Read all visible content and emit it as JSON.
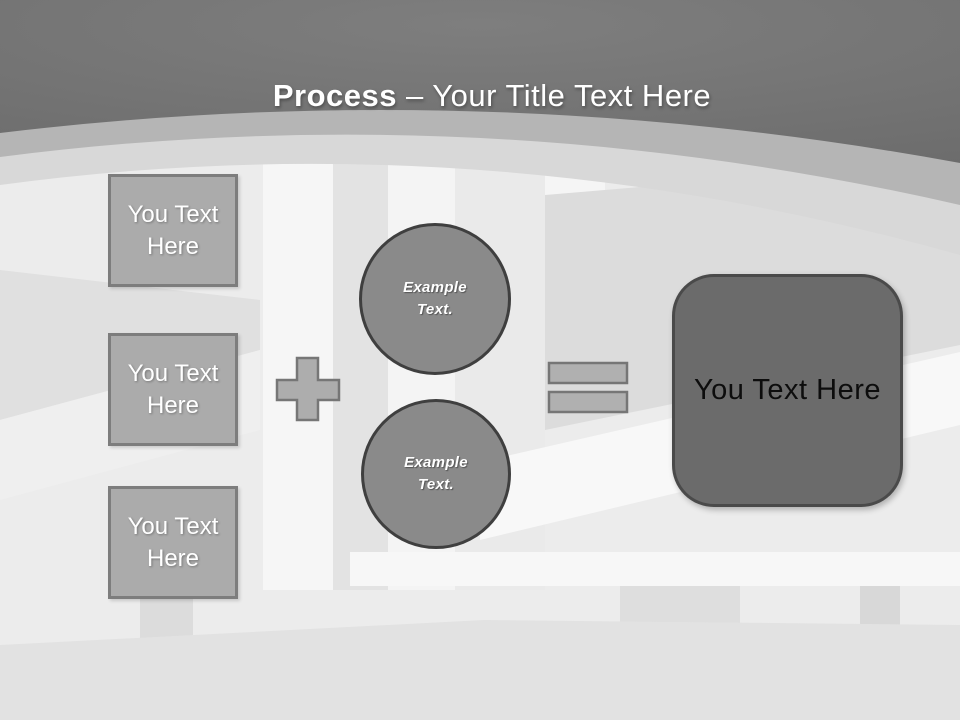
{
  "slide": {
    "title": {
      "bold": "Process",
      "rest": "– Your Title Text Here"
    }
  },
  "input_boxes": [
    {
      "label": "You Text Here"
    },
    {
      "label": "You Text Here"
    },
    {
      "label": "You Text Here"
    }
  ],
  "operators": {
    "plus_icon": "plus-icon",
    "equals_icon": "equals-icon"
  },
  "circles": [
    {
      "label": "Example Text."
    },
    {
      "label": "Example Text."
    }
  ],
  "result_box": {
    "label": "You Text Here"
  },
  "palette": {
    "header_dark_gray": "#767676",
    "arc_band_gray": "#b5b5b5",
    "arc_band_light": "#d8d8d8",
    "background_light": "#ececec",
    "placeholder_fill": "#ababab",
    "placeholder_border": "#7d7d7d",
    "circle_fill": "#8a8a8a",
    "circle_border": "#3f3f3f",
    "result_fill": "#6b6b6b",
    "result_border": "#4a4a4a",
    "title_text": "#ffffff",
    "result_text": "#0d0d0d"
  }
}
